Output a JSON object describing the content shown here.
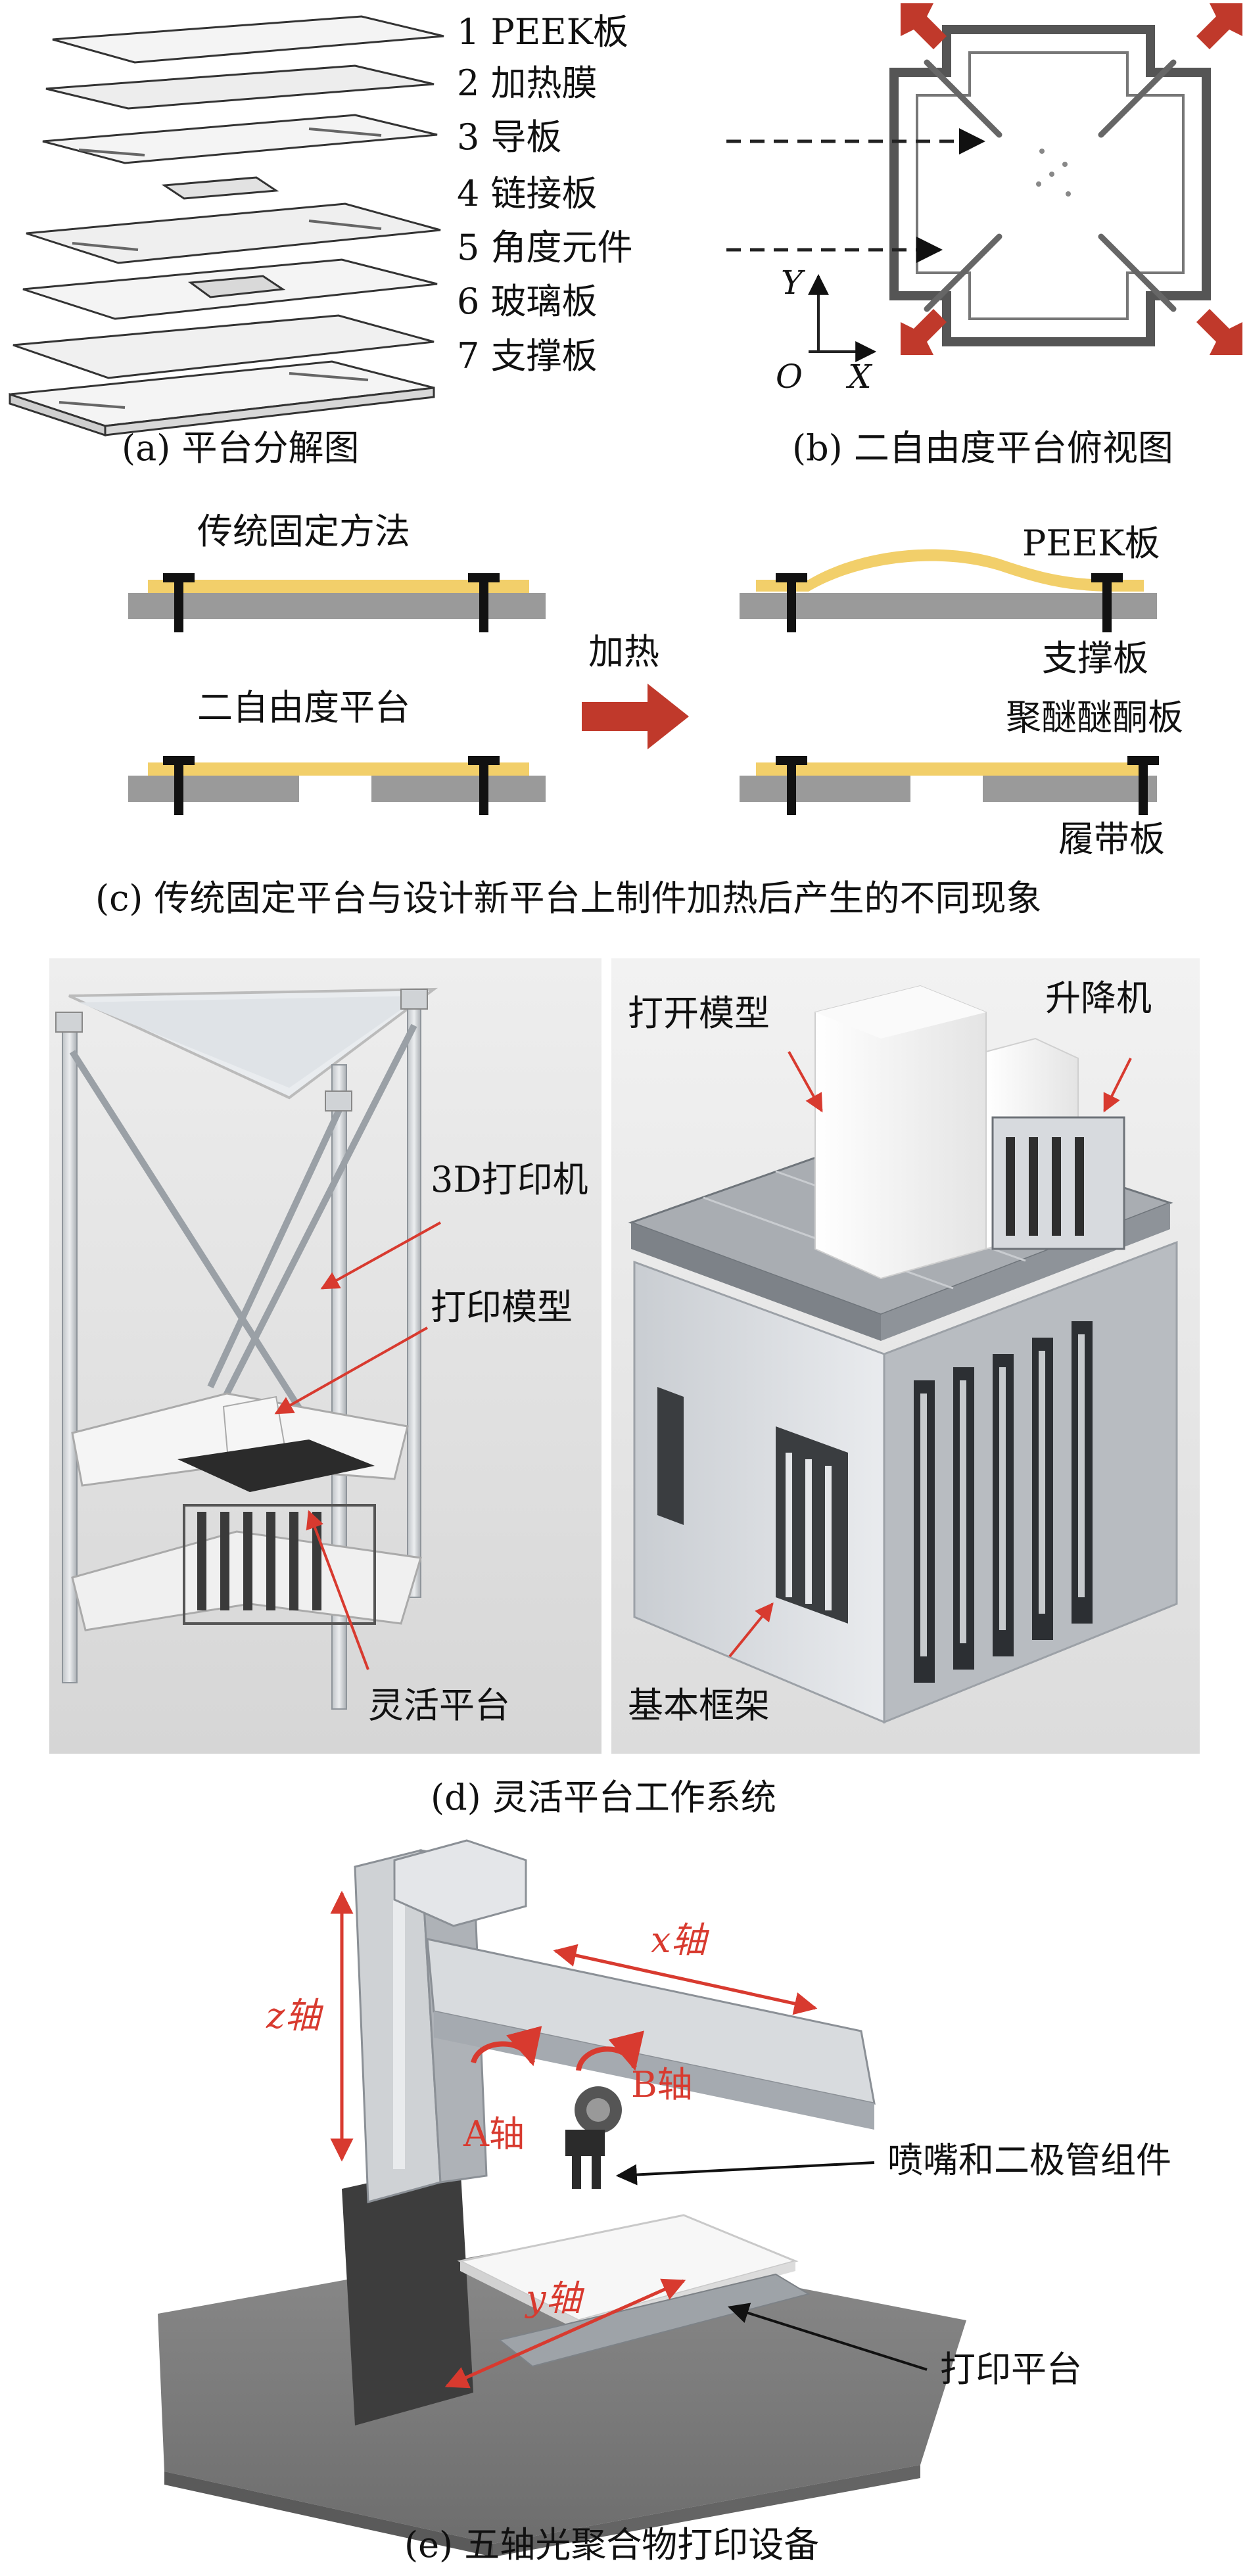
{
  "panel_a": {
    "parts": [
      "1 PEEK板",
      "2 加热膜",
      "3 导板",
      "4 链接板",
      "5 角度元件",
      "6 玻璃板",
      "7 支撑板"
    ],
    "caption": "(a) 平台分解图"
  },
  "panel_b": {
    "axis_y": "Y",
    "axis_o": "O",
    "axis_x": "X",
    "caption": "(b) 二自由度平台俯视图"
  },
  "panel_c": {
    "traditional": "传统固定方法",
    "two_dof": "二自由度平台",
    "heat": "加热",
    "peek": "PEEK板",
    "support": "支撑板",
    "peek_board": "聚醚醚酮板",
    "track": "履带板",
    "caption": "(c) 传统固定平台与设计新平台上制件加热后产生的不同现象"
  },
  "panel_d": {
    "printer": "3D打印机",
    "print_model": "打印模型",
    "flex_platform": "灵活平台",
    "open_model": "打开模型",
    "lifter": "升降机",
    "frame": "基本框架",
    "caption": "(d) 灵活平台工作系统"
  },
  "panel_e": {
    "z_axis": "z轴",
    "x_axis": "x轴",
    "a_axis": "A轴",
    "b_axis": "B轴",
    "y_axis": "y轴",
    "nozzle": "喷嘴和二极管组件",
    "platform": "打印平台",
    "caption": "(e) 五轴光聚合物打印设备"
  },
  "colors": {
    "accent_red": "#d83a2f",
    "peek_yellow": "#f2cf6a",
    "support_gray": "#9a9a9a"
  }
}
